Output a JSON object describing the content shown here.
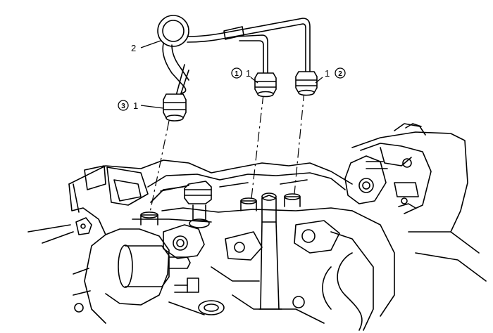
{
  "diagram": {
    "background": "#ffffff",
    "line_color": "#000000",
    "callouts": {
      "label_2": "2",
      "label_1_left": "1",
      "label_1_mid": "1",
      "label_1_right": "1",
      "circle_left": "3",
      "circle_mid": "1",
      "circle_right": "2"
    }
  }
}
